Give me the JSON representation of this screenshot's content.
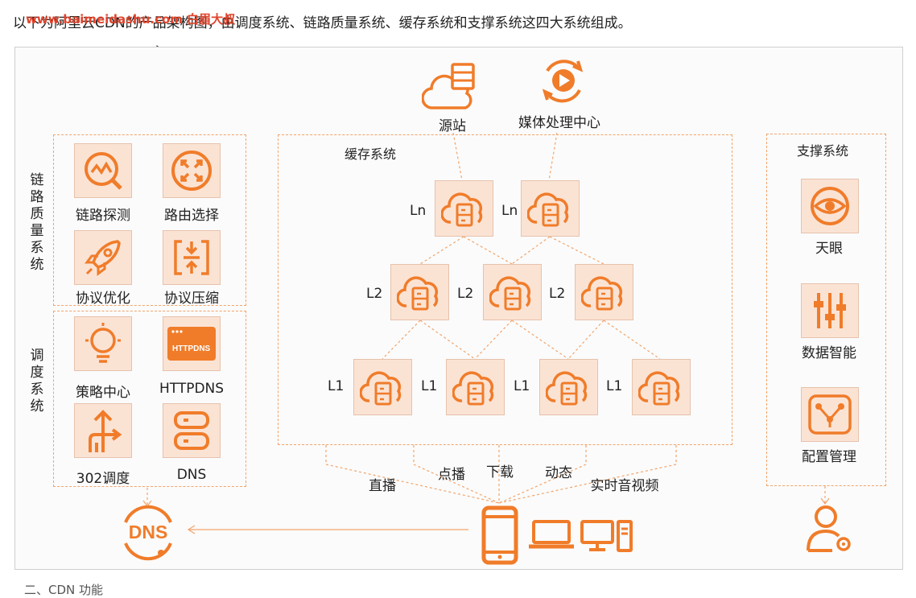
{
  "intro_text": "以下为阿里云CDN的产品架构图，由调度系统、链路质量系统、缓存系统和支撑系统这四大系统组成。",
  "watermark": "www.baimeidashu.com 白眉大叔",
  "colors": {
    "accent": "#f07c2a",
    "tile_bg": "#fbe3d4",
    "dashed": "#f2a46a"
  },
  "top": {
    "origin_label": "源站",
    "media_label": "媒体处理中心"
  },
  "link_quality": {
    "title": "链路质量系统",
    "items": [
      {
        "label": "链路探测",
        "icon": "link-probe-icon"
      },
      {
        "label": "路由选择",
        "icon": "route-select-icon"
      },
      {
        "label": "协议优化",
        "icon": "rocket-icon"
      },
      {
        "label": "协议压缩",
        "icon": "compress-icon"
      }
    ]
  },
  "scheduling": {
    "title": "调度系统",
    "items": [
      {
        "label": "策略中心",
        "icon": "lightbulb-icon"
      },
      {
        "label": "HTTPDNS",
        "icon": "httpdns-icon",
        "badge": "HTTPDNS"
      },
      {
        "label": "302调度",
        "icon": "redirect-arrows-icon"
      },
      {
        "label": "DNS",
        "icon": "server-stack-icon"
      }
    ]
  },
  "cache": {
    "title": "缓存系统",
    "ln_labels": [
      "Ln",
      "Ln"
    ],
    "l2_labels": [
      "L2",
      "L2",
      "L2"
    ],
    "l1_labels": [
      "L1",
      "L1",
      "L1",
      "L1"
    ]
  },
  "support": {
    "title": "支撑系统",
    "items": [
      {
        "label": "天眼",
        "icon": "eye-icon"
      },
      {
        "label": "数据智能",
        "icon": "sliders-icon"
      },
      {
        "label": "配置管理",
        "icon": "config-graph-icon"
      }
    ]
  },
  "services": [
    "直播",
    "点播",
    "下载",
    "动态",
    "实时音视频"
  ],
  "dns_badge": "DNS",
  "bottom_text": "二、CDN 功能"
}
